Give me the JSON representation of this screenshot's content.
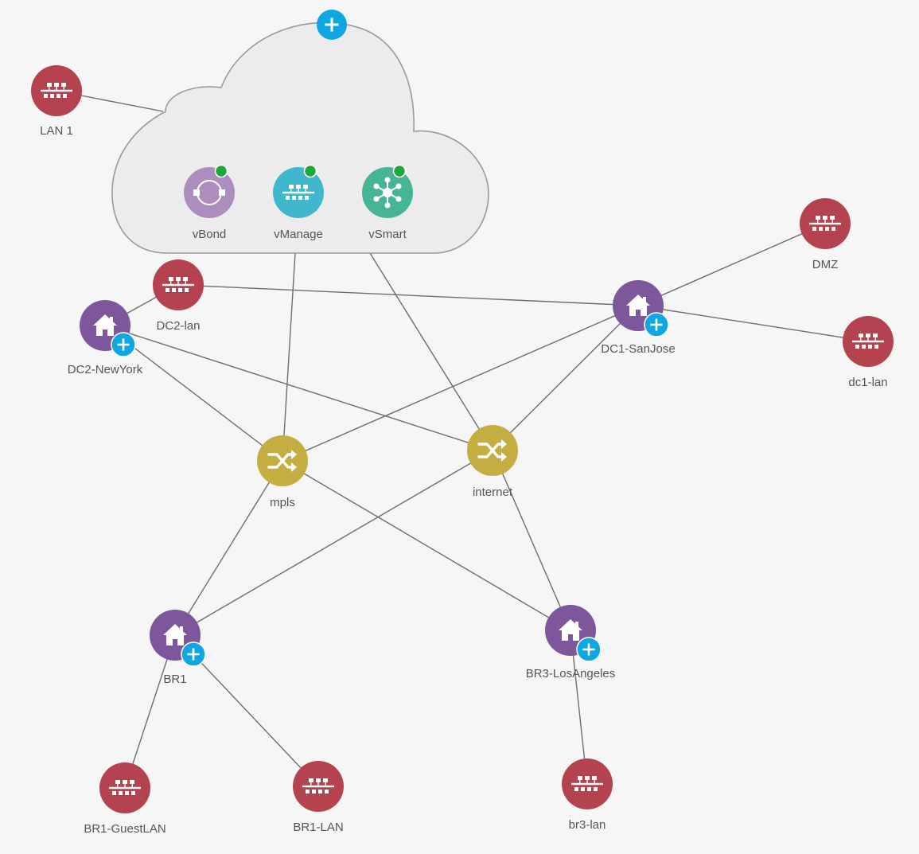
{
  "colors": {
    "lan": "#b5434f",
    "site": "#7d569c",
    "transport": "#c4ae42",
    "vbond": "#ac8dbd",
    "vmanage": "#3fb7cc",
    "vsmart": "#45b596",
    "add": "#0ea7e4",
    "status": "#1fa83a",
    "cloud_fill": "#ececec",
    "cloud_stroke": "#9a9a9a"
  },
  "cloud_add_icon": "plus-icon",
  "controllers": [
    {
      "id": "vbond",
      "label": "vBond",
      "icon": "vbond-icon",
      "status": "online"
    },
    {
      "id": "vmanage",
      "label": "vManage",
      "icon": "vmanage-icon",
      "status": "online"
    },
    {
      "id": "vsmart",
      "label": "vSmart",
      "icon": "vsmart-icon",
      "status": "online"
    }
  ],
  "nodes": [
    {
      "id": "lan1",
      "label": "LAN 1",
      "type": "lan",
      "icon": "lan-switch-icon"
    },
    {
      "id": "dc2lan",
      "label": "DC2-lan",
      "type": "lan",
      "icon": "lan-switch-icon"
    },
    {
      "id": "dc2ny",
      "label": "DC2-NewYork",
      "type": "site",
      "icon": "home-icon",
      "add": true
    },
    {
      "id": "dc1sj",
      "label": "DC1-SanJose",
      "type": "site",
      "icon": "home-icon",
      "add": true
    },
    {
      "id": "dmz",
      "label": "DMZ",
      "type": "lan",
      "icon": "lan-switch-icon"
    },
    {
      "id": "dc1lan",
      "label": "dc1-lan",
      "type": "lan",
      "icon": "lan-switch-icon"
    },
    {
      "id": "mpls",
      "label": "mpls",
      "type": "transport",
      "icon": "shuffle-icon"
    },
    {
      "id": "internet",
      "label": "internet",
      "type": "transport",
      "icon": "shuffle-icon"
    },
    {
      "id": "br1",
      "label": "BR1",
      "type": "site",
      "icon": "home-icon",
      "add": true
    },
    {
      "id": "br3",
      "label": "BR3-LosAngeles",
      "type": "site",
      "icon": "home-icon",
      "add": true
    },
    {
      "id": "br1guest",
      "label": "BR1-GuestLAN",
      "type": "lan",
      "icon": "lan-switch-icon"
    },
    {
      "id": "br1lan",
      "label": "BR1-LAN",
      "type": "lan",
      "icon": "lan-switch-icon"
    },
    {
      "id": "br3lan",
      "label": "br3-lan",
      "type": "lan",
      "icon": "lan-switch-icon"
    }
  ],
  "links": [
    {
      "from": "lan1",
      "to": "cloud"
    },
    {
      "from": "vmanage",
      "to": "mpls"
    },
    {
      "from": "vsmart",
      "to": "internet"
    },
    {
      "from": "dc2ny",
      "to": "dc2lan"
    },
    {
      "from": "dc2lan",
      "to": "dc1sj"
    },
    {
      "from": "dc2ny",
      "to": "mpls"
    },
    {
      "from": "dc2ny",
      "to": "internet"
    },
    {
      "from": "dc1sj",
      "to": "dmz"
    },
    {
      "from": "dc1sj",
      "to": "dc1lan"
    },
    {
      "from": "dc1sj",
      "to": "mpls"
    },
    {
      "from": "dc1sj",
      "to": "internet"
    },
    {
      "from": "mpls",
      "to": "br1"
    },
    {
      "from": "mpls",
      "to": "br3"
    },
    {
      "from": "internet",
      "to": "br1"
    },
    {
      "from": "internet",
      "to": "br3"
    },
    {
      "from": "br1",
      "to": "br1guest"
    },
    {
      "from": "br1",
      "to": "br1lan"
    },
    {
      "from": "br3",
      "to": "br3lan"
    }
  ]
}
